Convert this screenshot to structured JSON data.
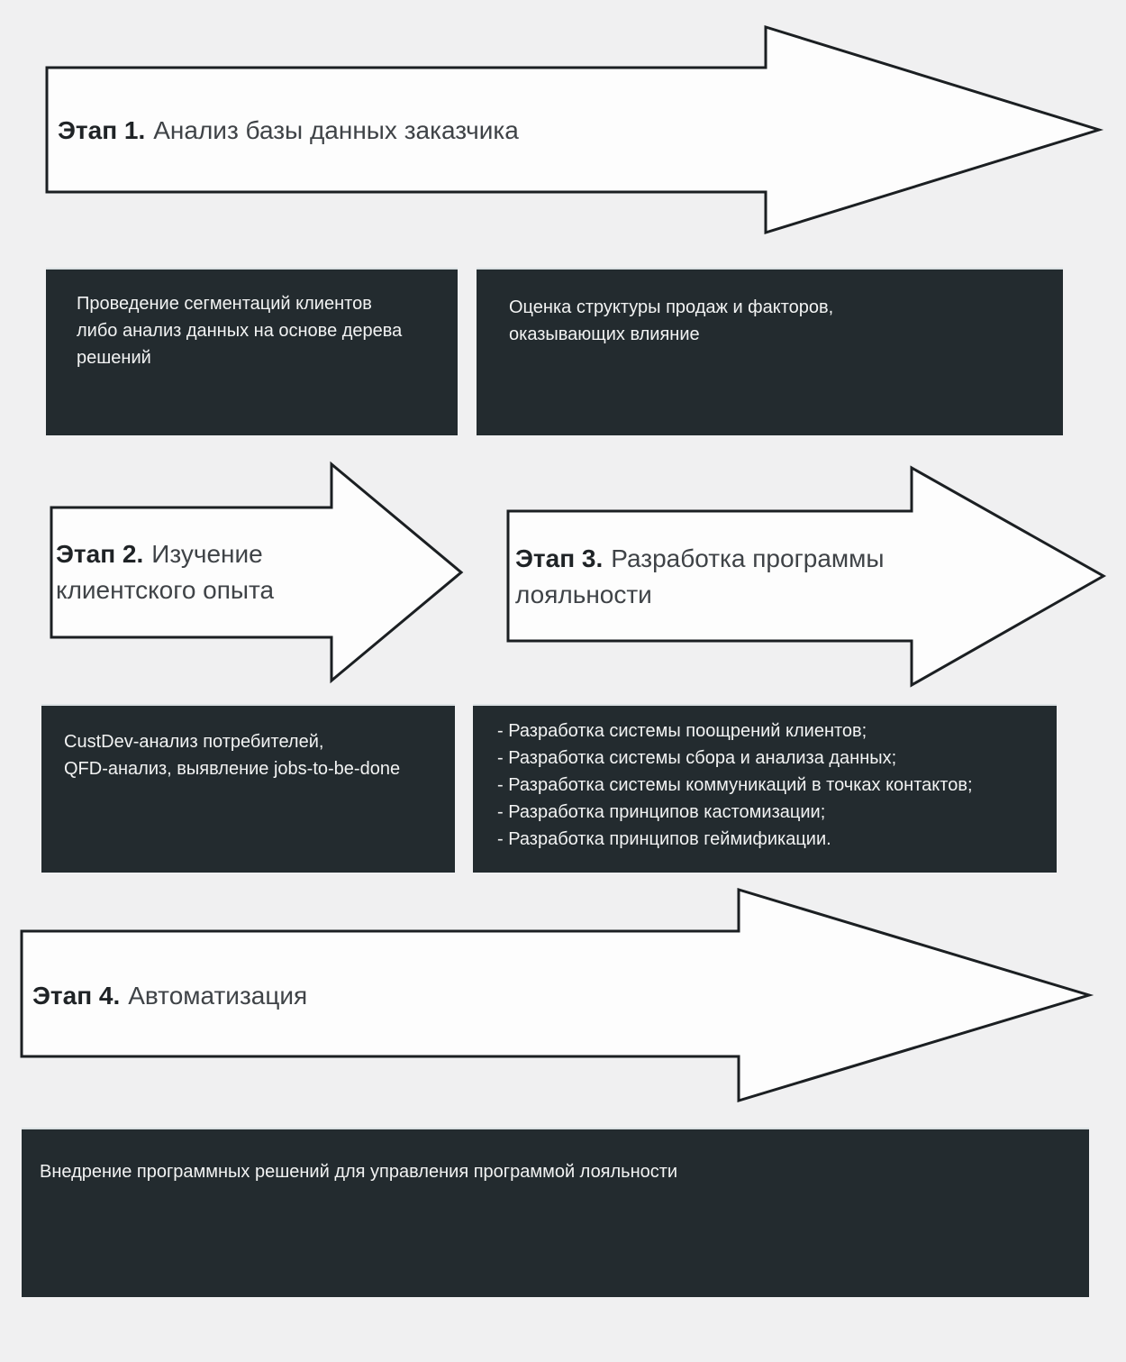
{
  "colors": {
    "background": "#f0f0f1",
    "box_background": "#232b2f",
    "box_text": "#f2f3f3",
    "box_top_highlight": "#dce2e4",
    "arrow_fill": "#fdfdfd",
    "arrow_stroke": "#1b1f22",
    "heading_bold": "#1f2326",
    "heading_regular": "#3f4347"
  },
  "stages": [
    {
      "prefix": "Этап 1.",
      "title": "Анализ базы данных заказчика"
    },
    {
      "prefix": "Этап 2.",
      "title": "Изучение клиентского опыта"
    },
    {
      "prefix": "Этап 3.",
      "title": "Разработка программы лояльности"
    },
    {
      "prefix": "Этап 4.",
      "title": "Автоматизация"
    }
  ],
  "boxes": {
    "stage1_left": {
      "lines": [
        "Проведение сегментаций клиентов",
        "либо анализ данных на основе дерева",
        "решений"
      ]
    },
    "stage1_right": {
      "lines": [
        "Оценка структуры продаж и факторов,",
        "оказывающих влияние"
      ]
    },
    "stage2": {
      "lines": [
        "CustDev-анализ потребителей,",
        "QFD-анализ, выявление jobs-to-be-done"
      ]
    },
    "stage3": {
      "lines": [
        "- Разработка системы поощрений клиентов;",
        "- Разработка системы сбора и анализа данных;",
        "- Разработка системы коммуникаций в точках контактов;",
        "- Разработка принципов кастомизации;",
        "- Разработка принципов геймификации."
      ]
    },
    "stage4": {
      "lines": [
        "Внедрение программных решений для управления программой лояльности"
      ]
    }
  }
}
